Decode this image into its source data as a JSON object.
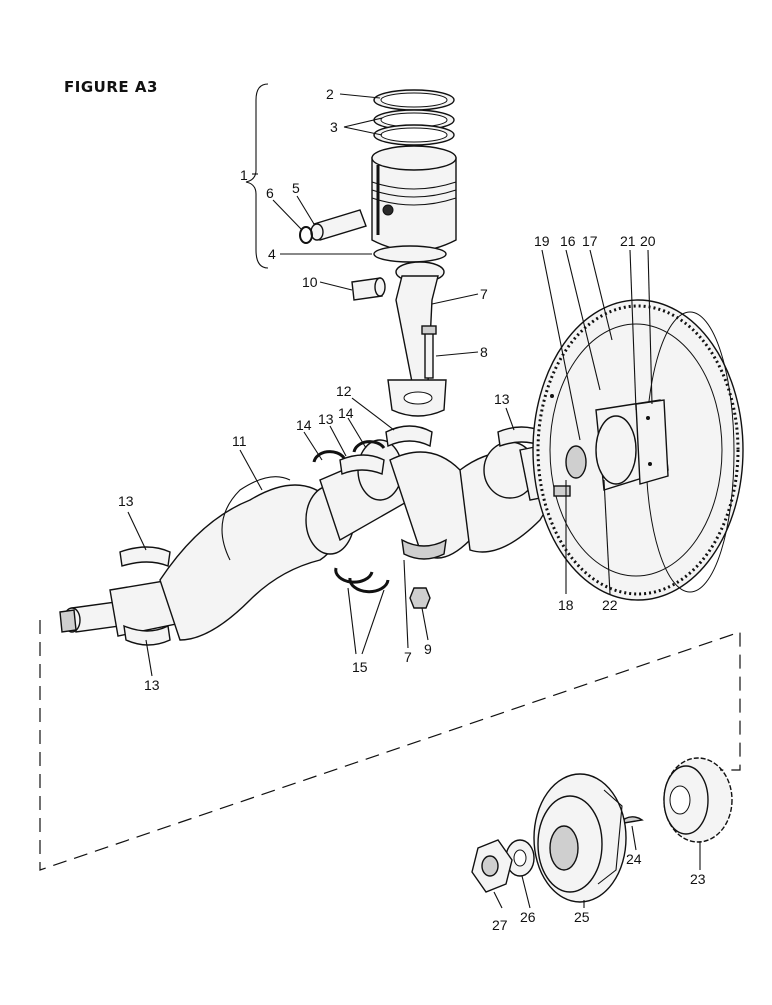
{
  "figure": {
    "title": "FIGURE A3"
  },
  "callouts": [
    "1",
    "2",
    "3",
    "4",
    "5",
    "6",
    "7",
    "8",
    "9",
    "10",
    "11",
    "12",
    "13",
    "14",
    "15",
    "16",
    "17",
    "18",
    "19",
    "20",
    "21",
    "22",
    "23",
    "24",
    "25",
    "26",
    "27"
  ],
  "labels": {
    "l1": "1",
    "l2": "2",
    "l3": "3",
    "l4": "4",
    "l5": "5",
    "l6": "6",
    "l7a": "7",
    "l7b": "7",
    "l8": "8",
    "l9": "9",
    "l10": "10",
    "l11": "11",
    "l12": "12",
    "l13a": "13",
    "l13b": "13",
    "l13c": "13",
    "l13d": "13",
    "l14a": "14",
    "l14b": "14",
    "l15": "15",
    "l16": "16",
    "l17": "17",
    "l18": "18",
    "l19": "19",
    "l20": "20",
    "l21": "21",
    "l22": "22",
    "l23": "23",
    "l24": "24",
    "l25": "25",
    "l26": "26",
    "l27": "27"
  }
}
